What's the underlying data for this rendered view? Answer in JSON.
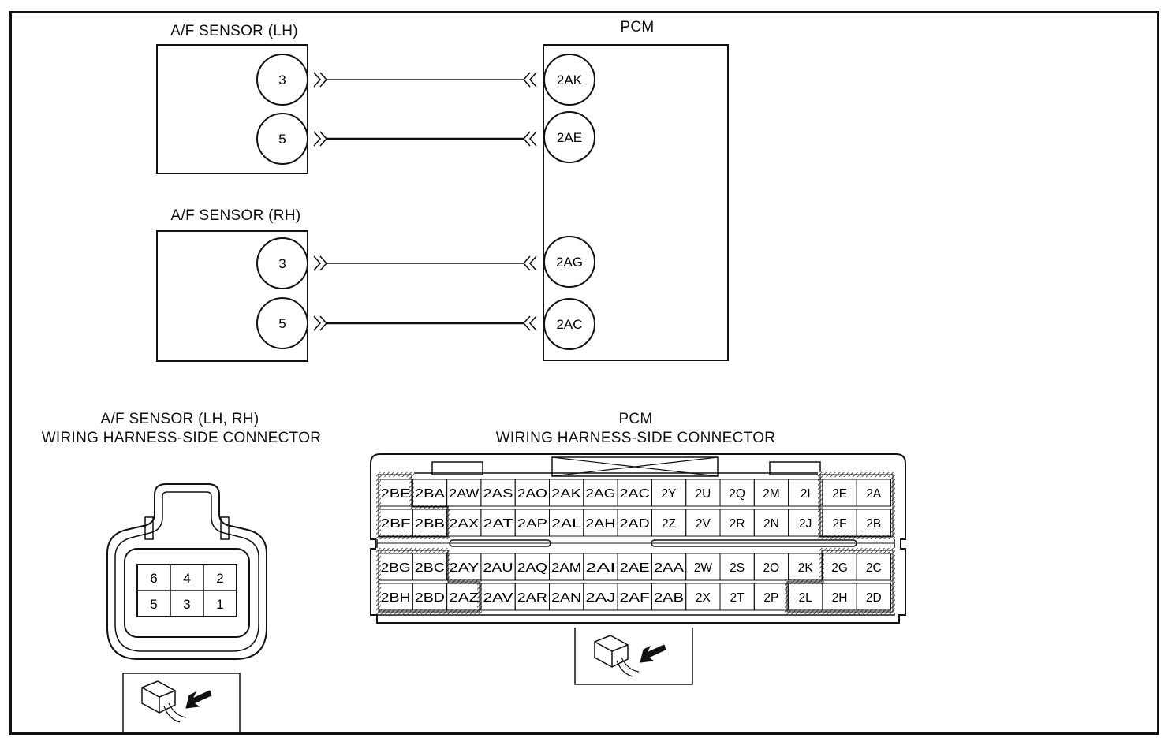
{
  "schematic": {
    "lh_sensor_title": "A/F SENSOR (LH)",
    "rh_sensor_title": "A/F SENSOR (RH)",
    "pcm_title": "PCM",
    "lh_pins": [
      "3",
      "5"
    ],
    "rh_pins": [
      "3",
      "5"
    ],
    "pcm_pins_lh": [
      "2AK",
      "2AE"
    ],
    "pcm_pins_rh": [
      "2AG",
      "2AC"
    ]
  },
  "sensor_connector": {
    "title_line1": "A/F SENSOR (LH, RH)",
    "title_line2": "WIRING HARNESS-SIDE CONNECTOR",
    "rows": [
      [
        "6",
        "4",
        "2"
      ],
      [
        "5",
        "3",
        "1"
      ]
    ]
  },
  "pcm_connector": {
    "title_line1": "PCM",
    "title_line2": "WIRING HARNESS-SIDE CONNECTOR",
    "rows": [
      [
        "2BE",
        "2BA",
        "2AW",
        "2AS",
        "2AO",
        "2AK",
        "2AG",
        "2AC",
        "2Y",
        "2U",
        "2Q",
        "2M",
        "2I",
        "2E",
        "2A"
      ],
      [
        "2BF",
        "2BB",
        "2AX",
        "2AT",
        "2AP",
        "2AL",
        "2AH",
        "2AD",
        "2Z",
        "2V",
        "2R",
        "2N",
        "2J",
        "2F",
        "2B"
      ],
      [
        "2BG",
        "2BC",
        "2AY",
        "2AU",
        "2AQ",
        "2AM",
        "2AI",
        "2AE",
        "2AA",
        "2W",
        "2S",
        "2O",
        "2K",
        "2G",
        "2C"
      ],
      [
        "2BH",
        "2BD",
        "2AZ",
        "2AV",
        "2AR",
        "2AN",
        "2AJ",
        "2AF",
        "2AB",
        "2X",
        "2T",
        "2P",
        "2L",
        "2H",
        "2D"
      ]
    ]
  }
}
